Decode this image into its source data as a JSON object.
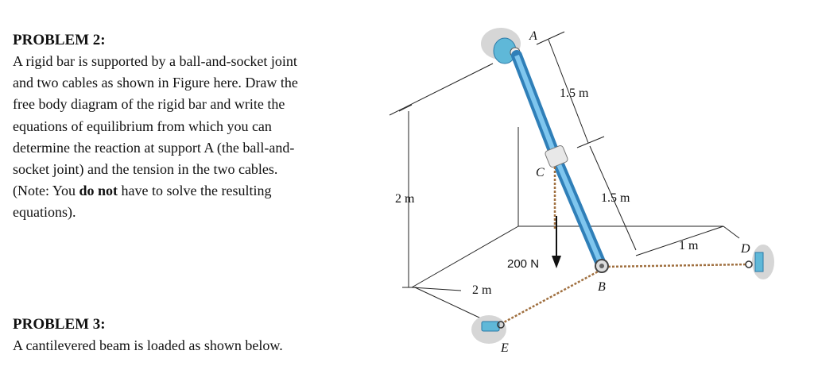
{
  "problem2": {
    "heading": "PROBLEM 2:",
    "lines": [
      "A rigid bar is supported by a ball-and-socket joint",
      "and two cables as shown in Figure here. Draw the",
      "free body diagram of the rigid bar and write  the",
      "equations of equilibrium from which you can",
      "determine the reaction at support A (the ball-and-",
      "socket joint) and the tension in the two cables.",
      "equations)."
    ],
    "note_before": "(Note: You ",
    "note_bold": "do not",
    "note_after": " have to solve the resulting"
  },
  "problem3": {
    "heading": "PROBLEM 3:",
    "text": "A cantilevered beam is loaded as shown below."
  },
  "figure": {
    "point_a": "A",
    "point_b": "B",
    "point_c": "C",
    "point_d": "D",
    "point_e": "E",
    "dim_ac": "1.5 m",
    "dim_cb": "1.5 m",
    "dim_height": "2 m",
    "dim_ae_depth": "2 m",
    "dim_bd": "1 m",
    "load": "200 N",
    "colors": {
      "bar": "#4a9fd8",
      "cable": "#b08050",
      "support": "#5fb8d8"
    }
  }
}
